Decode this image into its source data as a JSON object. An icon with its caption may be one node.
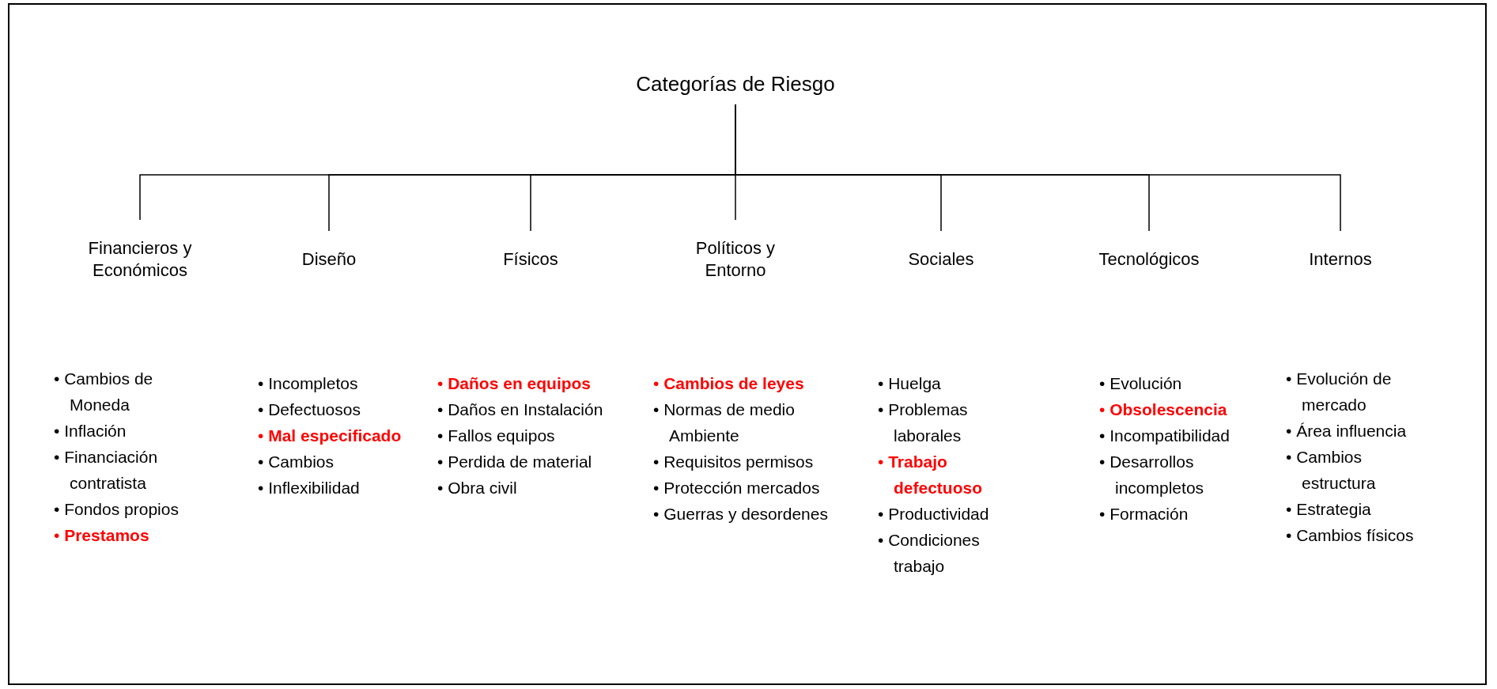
{
  "diagram": {
    "nodes": [
      {
        "text": [
          "Categorías de Riesgo"
        ]
      },
      {
        "text": [
          "Financieros y Económicos"
        ],
        "beside": [
          "• Cambios de Moneda",
          "• Inflación",
          "• Financiación contratista",
          "• Fondos propios",
          "• **Prestamos**"
        ]
      },
      {
        "text": [
          "Diseño"
        ],
        "beside": [
          "• Incompletos",
          "• Defectuosos",
          "• **Mal especificado**",
          "• Cambios",
          "• Inflexibilidad"
        ]
      },
      {
        "text": [
          "Físicos"
        ],
        "beside": [
          "• **Daños en equipos**",
          "• Daños en Instalación",
          "• Fallos equipos",
          "• Perdida de material",
          "• Obra civil"
        ]
      },
      {
        "text": [
          "Políticos y Entorno"
        ],
        "beside": [
          "• **Cambios de leyes**",
          "• Normas de medio Ambiente",
          "• Requisitos permisos",
          "• Protección mercados",
          "• Guerras y desordenes"
        ]
      },
      {
        "text": [
          "Sociales"
        ],
        "beside": [
          "• Huelga",
          "• Problemas laborales",
          "• **Trabajo defectuoso**",
          "• Productividad",
          "• Condiciones trabajo"
        ]
      },
      {
        "text": [
          "Tecnológicos"
        ],
        "beside": [
          "• Evolución",
          "• **Obsolescencia**",
          "• Incompatibilidad",
          "• Desarrollos incompletos",
          "• Formación"
        ]
      },
      {
        "text": [
          "Internos"
        ],
        "beside": [
          "• Evolución de mercado",
          "• Área influencia",
          "• Cambios estructura",
          "• Estrategia",
          "• Cambios físicos"
        ]
      }
    ],
    "edges": [
      {
        "from": 0,
        "to": 1,
        "arrow": "none"
      },
      {
        "from": 0,
        "to": 2,
        "arrow": "none"
      },
      {
        "from": 0,
        "to": 3,
        "arrow": "none"
      },
      {
        "from": 0,
        "to": 4,
        "arrow": "none"
      },
      {
        "from": 0,
        "to": 5,
        "arrow": "none"
      },
      {
        "from": 0,
        "to": 6,
        "arrow": "none"
      },
      {
        "from": 0,
        "to": 7,
        "arrow": "none"
      }
    ]
  }
}
